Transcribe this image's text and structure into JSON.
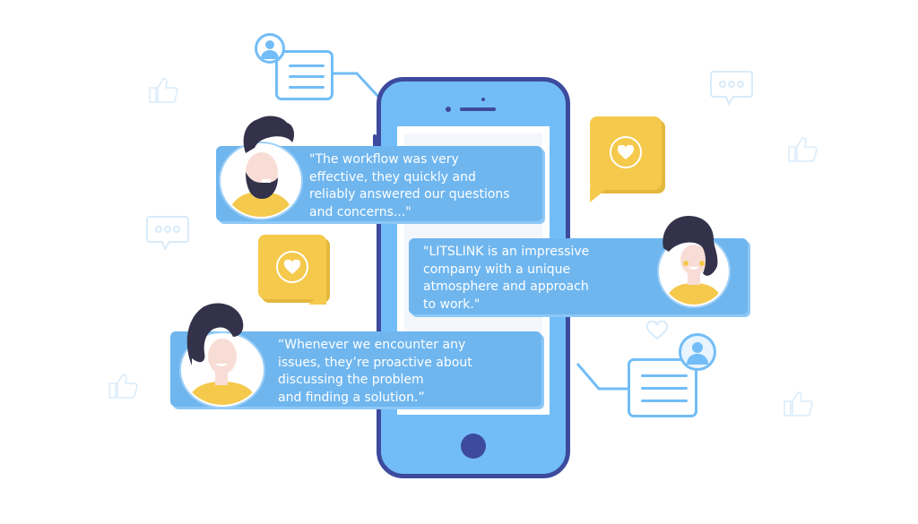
{
  "scene": {
    "description": "Client testimonials illustration around a smartphone",
    "colors": {
      "background": "#ffffff",
      "phone_body": "#72bdf7",
      "phone_border": "#3d4a9e",
      "bubble": "#6fb6ef",
      "bubble_text": "#ffffff",
      "card_yellow": "#f5c94c",
      "shirt_yellow": "#f5c94c",
      "hair": "#33324a",
      "skin": "#f8ddd6",
      "outline_icons": "#72bdf7"
    }
  },
  "testimonials": [
    {
      "text": "\"The workflow was very\neffective, they quickly and\nreliably answered our questions\nand concerns...\"",
      "avatar": "bearded-man-avatar"
    },
    {
      "text": "\"LITSLINK is an impressive\ncompany with a unique\natmosphere and approach\nto work.\"",
      "avatar": "woman-ponytail-avatar"
    },
    {
      "text": "“Whenever we encounter any\nissues, they’re proactive about\ndiscussing the problem\nand finding a solution.”",
      "avatar": "woman-short-hair-avatar"
    }
  ],
  "icons": {
    "heart_cards": [
      "heart-card-icon",
      "heart-card-icon"
    ],
    "message_cards": [
      "user-message-card-icon",
      "user-message-card-icon"
    ],
    "decorative": [
      "thumbs-up-icon",
      "chat-dots-icon",
      "heart-outline-icon"
    ]
  }
}
